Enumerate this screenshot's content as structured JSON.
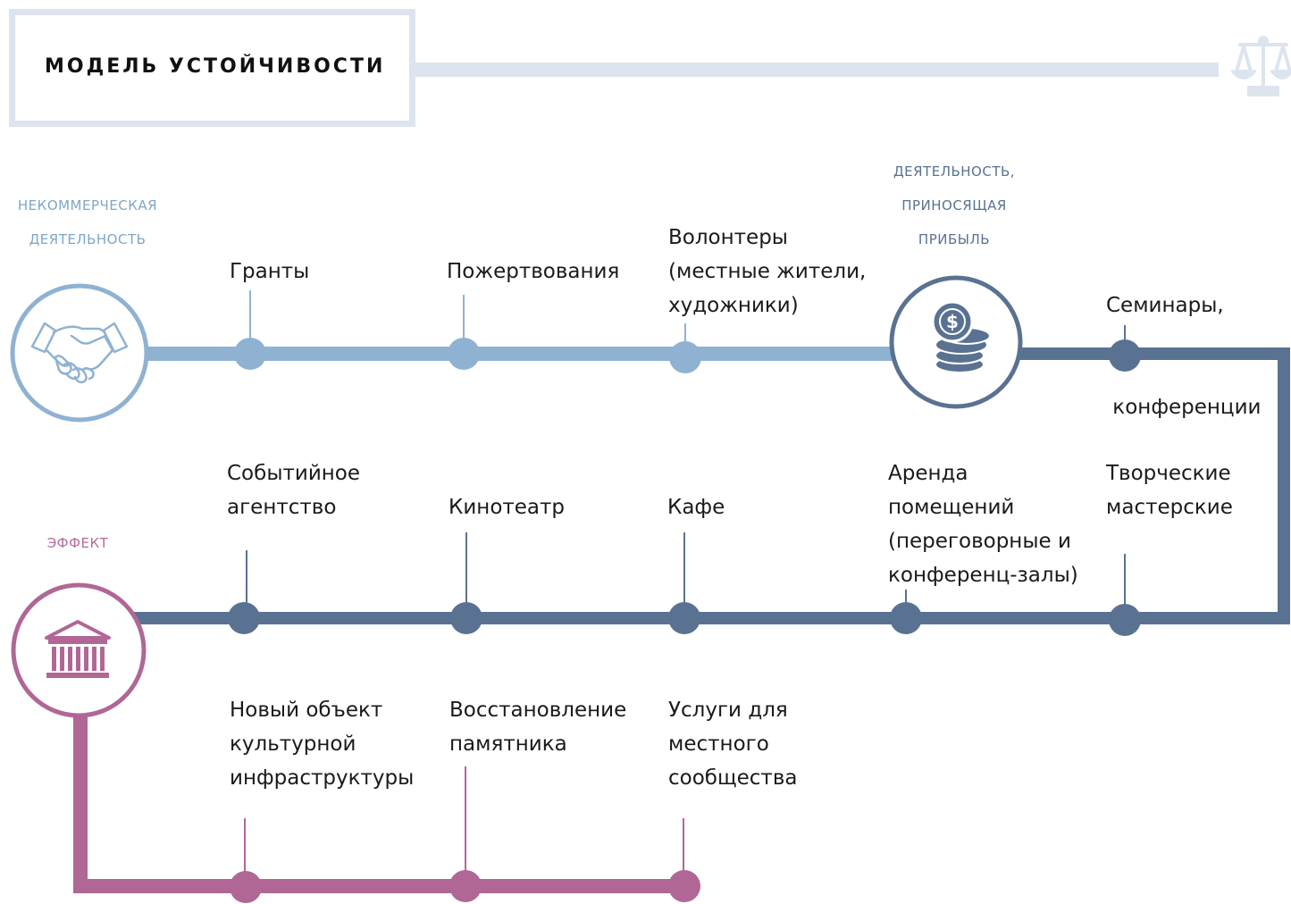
{
  "title": "МОДЕЛЬ УСТОЙЧИВОСТИ",
  "icons": {
    "scales": "scales-icon",
    "handshake": "handshake-icon",
    "coins": "coins-dollar-icon",
    "museum": "museum-building-icon"
  },
  "colors": {
    "nonprofit": "#8fb2d3",
    "profit": "#5a7292",
    "effect": "#b06796",
    "title_border": "#dce4ee"
  },
  "categories": {
    "nonprofit": [
      "НЕКОММЕРЧЕСКАЯ",
      "ДЕЯТЕЛЬНОСТЬ"
    ],
    "profit": [
      "ДЕЯТЕЛЬНОСТЬ,",
      "ПРИНОСЯЩАЯ",
      "ПРИБЫЛЬ"
    ],
    "effect": [
      "ЭФФЕКТ"
    ]
  },
  "row1": [
    {
      "lines": [
        "Гранты"
      ]
    },
    {
      "lines": [
        "Пожертвования"
      ]
    },
    {
      "lines": [
        "Волонтеры",
        "(местные жители,",
        "художники)"
      ]
    },
    {
      "lines": [
        "Семинары,",
        " конференции"
      ]
    }
  ],
  "row2": [
    {
      "lines": [
        "Событийное",
        "агентство"
      ]
    },
    {
      "lines": [
        "Кинотеатр"
      ]
    },
    {
      "lines": [
        "Кафе"
      ]
    },
    {
      "lines": [
        "Аренда",
        "помещений",
        "(переговорные и",
        "конференц-залы)"
      ]
    },
    {
      "lines": [
        "Творческие",
        "мастерские"
      ]
    }
  ],
  "row3": [
    {
      "lines": [
        "Новый объект",
        "культурной",
        "инфраструктуры"
      ]
    },
    {
      "lines": [
        "Восстановление",
        "памятника"
      ]
    },
    {
      "lines": [
        "Услуги для",
        "местного",
        "сообщества"
      ]
    }
  ]
}
